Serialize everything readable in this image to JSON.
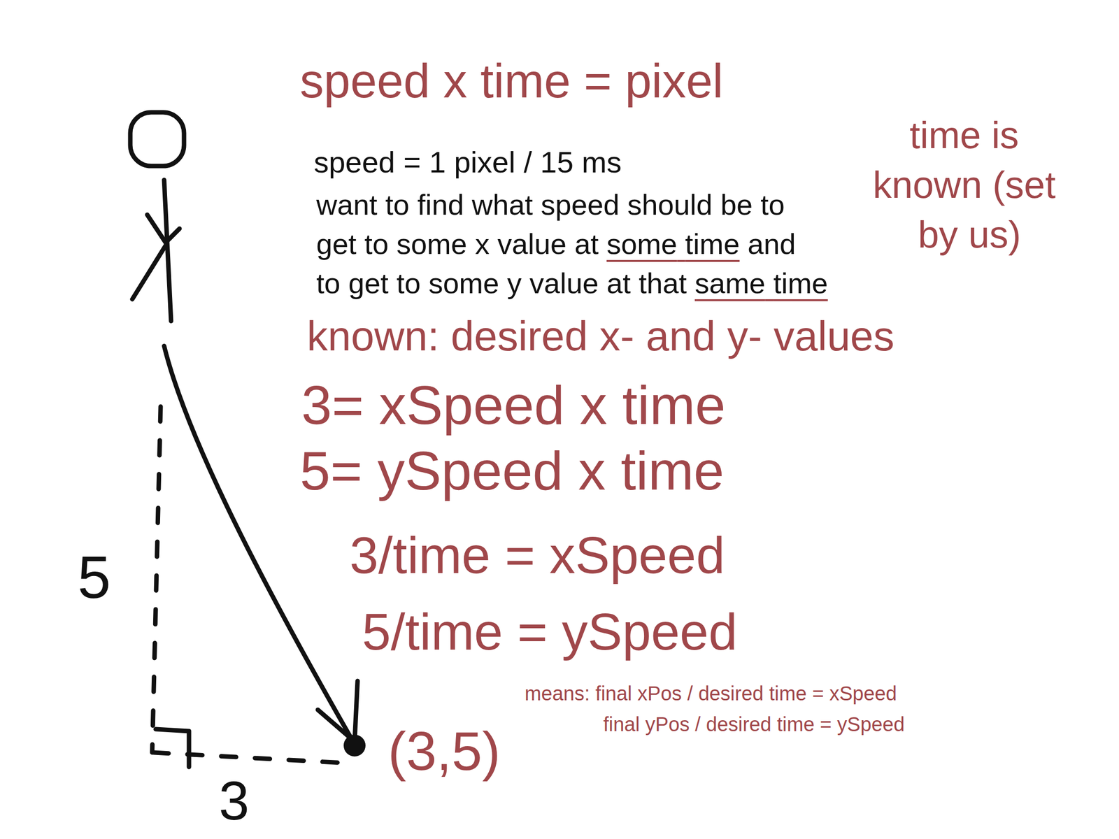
{
  "diagram": {
    "labels": [
      "speed x time = pixel",
      "speed = 1 pixel / 15 ms",
      "want to find what speed should be to get to some x value at some time and to get to some y value at that same time",
      "time is known (set by us)",
      "known: desired x- and y- values",
      "3= xSpeed x time",
      "5= ySpeed x time",
      "3/time = xSpeed",
      "5/time = ySpeed",
      "means: final xPos / desired time = xSpeed",
      "final yPos / desired time = ySpeed",
      "(3,5)",
      "5",
      "3"
    ]
  }
}
